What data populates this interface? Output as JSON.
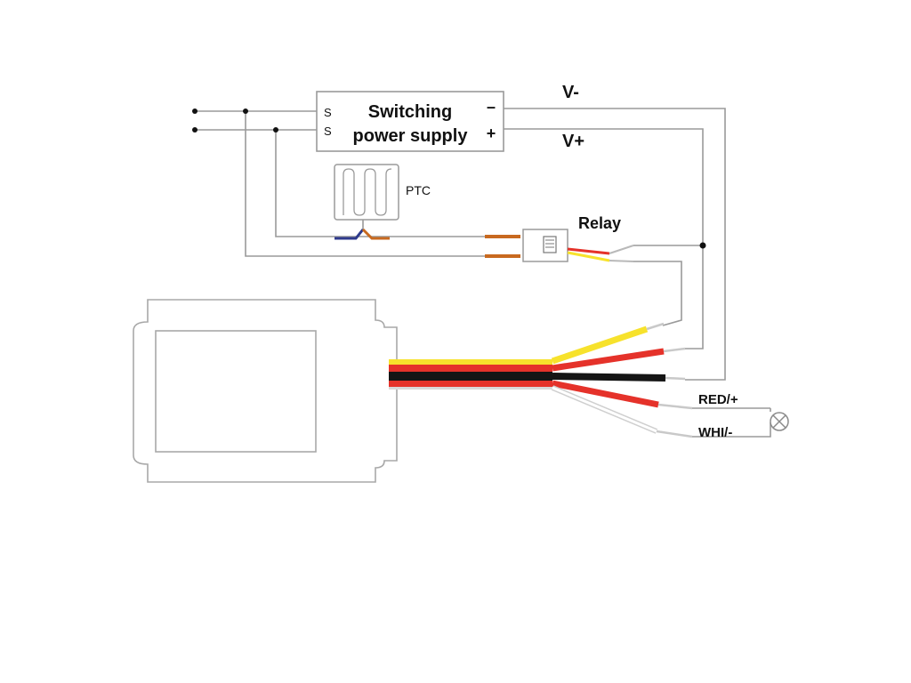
{
  "power_supply": {
    "line1": "Switching",
    "line2": "power supply",
    "ac_symbol_top": "S",
    "ac_symbol_bottom": "S",
    "minus_sign": "–",
    "plus_sign": "+"
  },
  "labels": {
    "v_minus": "V-",
    "v_plus": "V+",
    "ptc": "PTC",
    "relay": "Relay",
    "red_plus": "RED/+",
    "whi_minus": "WHI/-"
  },
  "colors": {
    "wire": "#9a9a9a",
    "yellow": "#f7e22c",
    "red": "#e5322a",
    "black": "#151515",
    "orange": "#c8691f",
    "blue": "#2e3a8c",
    "outline": "#a8a8a8"
  },
  "icons": {
    "lamp": "lamp-cross-icon",
    "ptc": "ptc-heater-icon",
    "relay": "relay-coil-icon"
  }
}
